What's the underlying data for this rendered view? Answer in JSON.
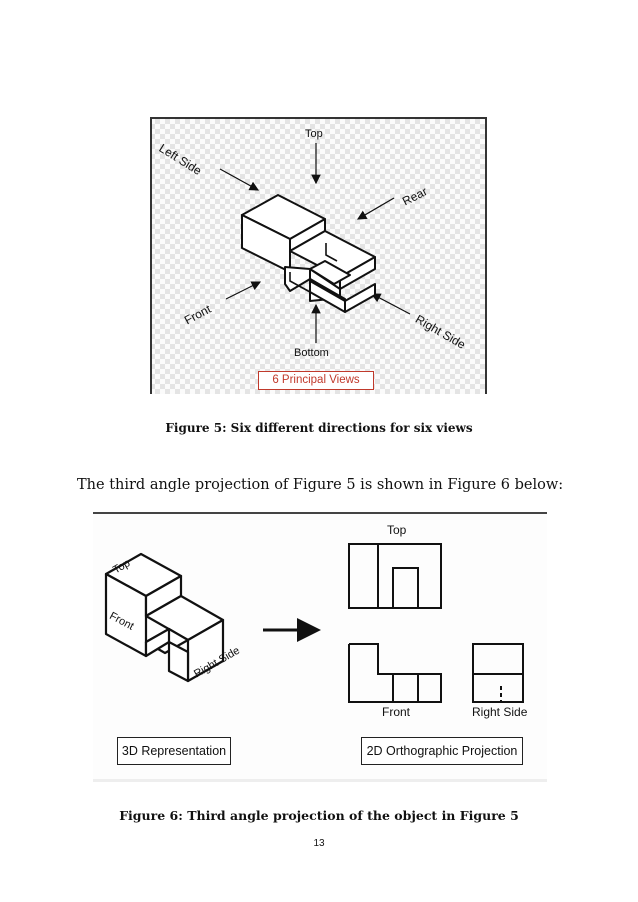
{
  "figure5": {
    "labels": {
      "top": "Top",
      "left_side": "Left Side",
      "rear": "Rear",
      "front": "Front",
      "right_side": "Right Side",
      "bottom": "Bottom"
    },
    "box_label": "6 Principal Views",
    "caption": "Figure 5: Six different directions for six views"
  },
  "paragraph": "The third angle projection of Figure 5 is shown in Figure 6 below:",
  "figure6": {
    "iso_labels": {
      "top": "Top",
      "front": "Front",
      "right_side": "Right Side"
    },
    "view_labels": {
      "top": "Top",
      "front": "Front",
      "right_side": "Right Side"
    },
    "box_3d": "3D Representation",
    "box_2d": "2D Orthographic Projection",
    "caption": "Figure 6: Third angle projection of the object in Figure 5"
  },
  "page_number": "13"
}
